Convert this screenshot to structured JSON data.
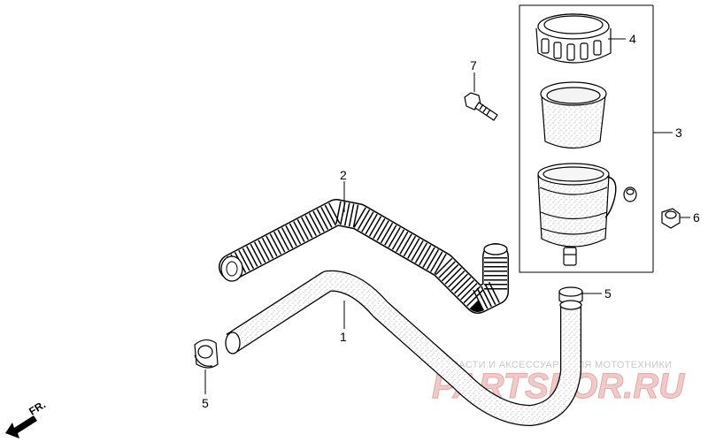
{
  "callouts": {
    "hose_lower": "1",
    "hose_corrugated": "2",
    "reservoir_assembly": "3",
    "cap": "4",
    "clip_upper": "5",
    "clip_lower": "5",
    "nut": "6",
    "bolt": "7"
  },
  "direction_indicator": "FR.",
  "watermark": {
    "line1": "ЗАПЧАСТИ И АКСЕССУАРЫ ДЛЯ МОТОТЕХНИКИ",
    "line2": "PARTSFOR.RU"
  }
}
